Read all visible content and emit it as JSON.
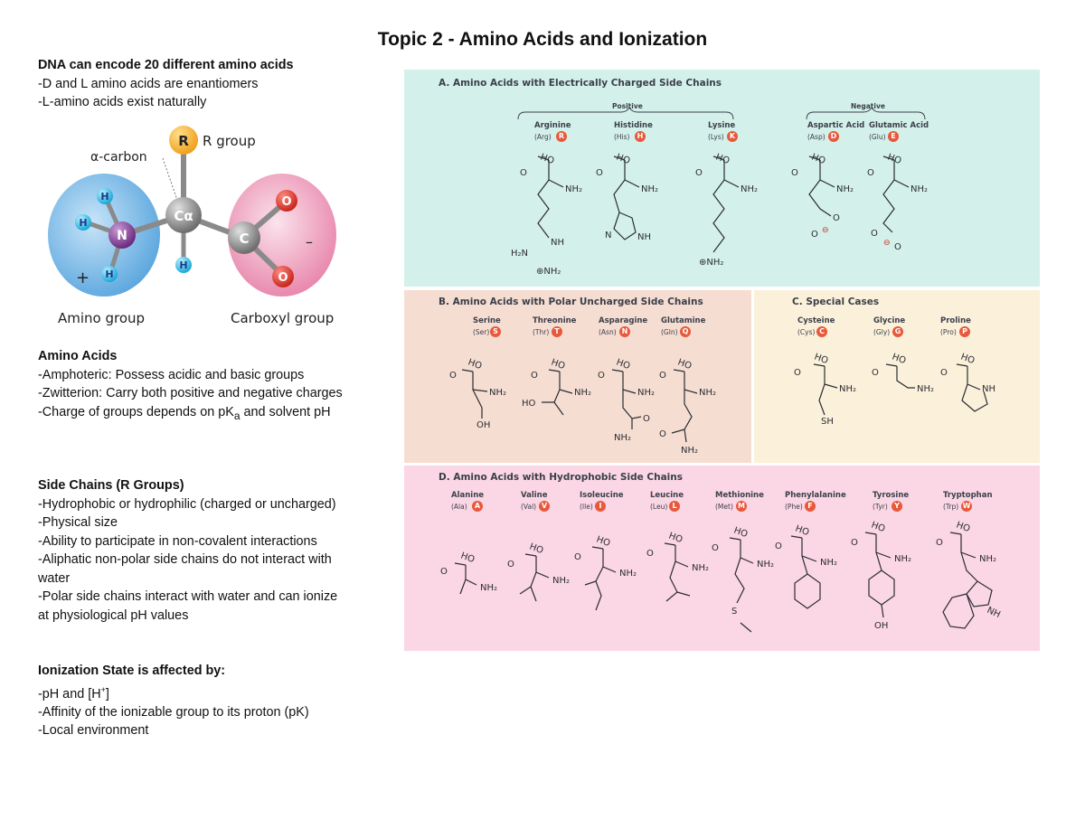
{
  "title": "Topic 2 - Amino Acids and Ionization",
  "notes": {
    "intro": {
      "heading": "DNA can encode 20 different amino acids",
      "lines": [
        "-D and L amino acids are enantiomers",
        "-L-amino acids exist naturally"
      ]
    },
    "amino_acids": {
      "heading": "Amino Acids",
      "lines": [
        "-Amphoteric: Possess acidic and basic groups",
        "-Zwitterion: Carry both positive and negative charges"
      ],
      "pka_pre": "-Charge of groups depends on pK",
      "pka_sub": "a",
      "pka_post": " and solvent pH"
    },
    "side_chains": {
      "heading": "Side Chains (R Groups)",
      "lines": [
        "-Hydrophobic or hydrophilic (charged or uncharged)",
        "-Physical size",
        "-Ability to participate in non-covalent interactions",
        "-Aliphatic non-polar side chains do not interact with water",
        "-Polar side chains interact with water and can ionize at physiological pH values"
      ]
    },
    "ionization": {
      "heading": "Ionization State is affected by:",
      "h_pre": "-pH and [H",
      "h_sup": "+",
      "h_post": "]",
      "lines": [
        "-Affinity of the ionizable group to its proton (pK)",
        "-Local environment"
      ]
    }
  },
  "diagram": {
    "r": "R",
    "r_group": "R group",
    "alpha_carbon": "α-carbon",
    "calpha": "Cα",
    "n": "N",
    "h": "H",
    "c": "C",
    "o": "O",
    "plus": "+",
    "minus": "–",
    "amino_group": "Amino group",
    "carboxyl_group": "Carboxyl group"
  },
  "panels": {
    "colors": {
      "A": "#d4f0ea",
      "B": "#f6ddd2",
      "C": "#fbf0da",
      "D": "#fbd6e4",
      "badge": "#e8583a"
    },
    "A": {
      "title": "A.  Amino Acids with Electrically Charged Side Chains",
      "positive_label": "Positive",
      "negative_label": "Negative",
      "items": [
        {
          "name": "Arginine",
          "abbr": "(Arg)",
          "letter": "R"
        },
        {
          "name": "Histidine",
          "abbr": "(His)",
          "letter": "H"
        },
        {
          "name": "Lysine",
          "abbr": "(Lys)",
          "letter": "K"
        },
        {
          "name": "Aspartic Acid",
          "abbr": "(Asp)",
          "letter": "D"
        },
        {
          "name": "Glutamic Acid",
          "abbr": "(Glu)",
          "letter": "E"
        }
      ]
    },
    "B": {
      "title": "B.  Amino Acids with Polar Uncharged Side Chains",
      "items": [
        {
          "name": "Serine",
          "abbr": "(Ser)",
          "letter": "S"
        },
        {
          "name": "Threonine",
          "abbr": "(Thr)",
          "letter": "T"
        },
        {
          "name": "Asparagine",
          "abbr": "(Asn)",
          "letter": "N"
        },
        {
          "name": "Glutamine",
          "abbr": "(Gln)",
          "letter": "Q"
        }
      ]
    },
    "C": {
      "title": "C.  Special Cases",
      "items": [
        {
          "name": "Cysteine",
          "abbr": "(Cys)",
          "letter": "C"
        },
        {
          "name": "Glycine",
          "abbr": "(Gly)",
          "letter": "G"
        },
        {
          "name": "Proline",
          "abbr": "(Pro)",
          "letter": "P"
        }
      ]
    },
    "D": {
      "title": "D.  Amino Acids with Hydrophobic Side Chains",
      "items": [
        {
          "name": "Alanine",
          "abbr": "(Ala)",
          "letter": "A"
        },
        {
          "name": "Valine",
          "abbr": "(Val)",
          "letter": "V"
        },
        {
          "name": "Isoleucine",
          "abbr": "(Ile)",
          "letter": "I"
        },
        {
          "name": "Leucine",
          "abbr": "(Leu)",
          "letter": "L"
        },
        {
          "name": "Methionine",
          "abbr": "(Met)",
          "letter": "M"
        },
        {
          "name": "Phenylalanine",
          "abbr": "(Phe)",
          "letter": "F"
        },
        {
          "name": "Tyrosine",
          "abbr": "(Tyr)",
          "letter": "Y"
        },
        {
          "name": "Tryptophan",
          "abbr": "(Trp)",
          "letter": "W"
        }
      ]
    },
    "chem": {
      "ho": "HO",
      "o": "O",
      "nh2": "NH₂",
      "nh": "NH",
      "n": "N",
      "oh": "OH",
      "sh": "SH",
      "s": "S",
      "h2n": "H₂N",
      "nh2plus": "⊕NH₂",
      "minus": "⊖"
    }
  }
}
